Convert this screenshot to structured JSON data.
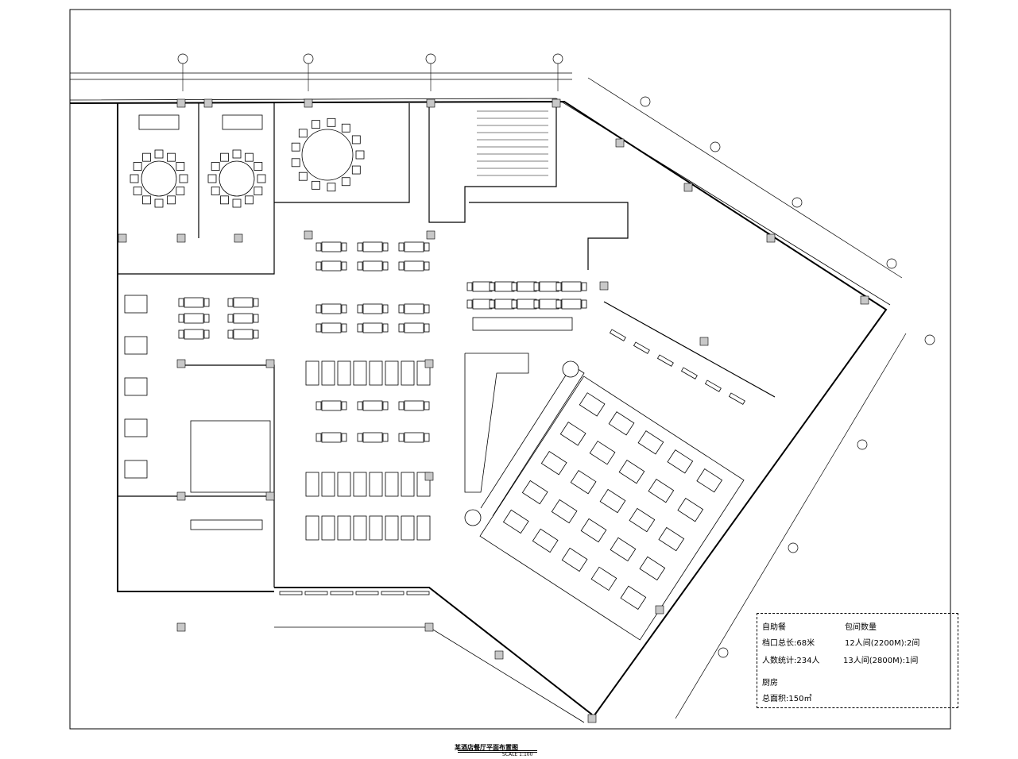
{
  "drawing": {
    "title": "某酒店餐厅平面布置图",
    "scale": "SCALE 1:100"
  },
  "legend": {
    "buffet_heading": "自助餐",
    "counter_length": "档口总长:68米",
    "headcount": "人数统计:234人",
    "private_rooms_heading": "包间数量",
    "room_12": "12人间(2200M):2间",
    "room_13": "13人间(2800M):1间",
    "kitchen_heading": "厨房",
    "kitchen_area": "总面积:150㎡"
  },
  "colors": {
    "line": "#000000",
    "column": "#c8c8c8",
    "background": "#ffffff"
  }
}
